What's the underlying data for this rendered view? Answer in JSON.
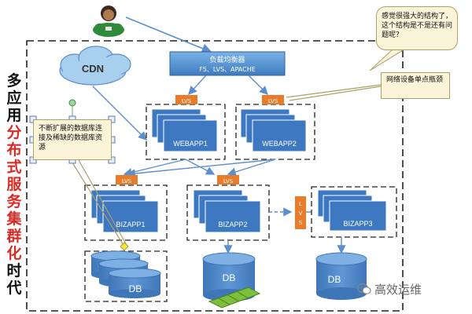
{
  "side_title": {
    "part1": [
      "多",
      "应",
      "用"
    ],
    "part2": [
      "分",
      "布",
      "式",
      "服",
      "务",
      "集",
      "群",
      "化"
    ],
    "part3": [
      "时",
      "代"
    ]
  },
  "nodes": {
    "cdn": "CDN",
    "lb_title": "负载均衡器",
    "lb_sub": "F5、LVS、APACHE",
    "lvs": "LVS",
    "lvs_vertical": [
      "L",
      "V",
      "S"
    ],
    "webapp1": "WEBAPP1",
    "webapp2": "WEBAPP2",
    "bizapp1": "BIZAPP1",
    "bizapp2": "BIZAPP2",
    "bizapp3": "BIZAPP3",
    "db": "DB"
  },
  "callouts": {
    "top_right": "感觉很强大的结构了，这个结构是不是还有问题呢？",
    "network": "网络设备单点瓶颈",
    "database": "不断扩展的数据库连接及稀缺的数据库资源"
  },
  "watermark": "高效运维",
  "colors": {
    "box_blue": "#4a84c8",
    "lvs_orange": "#e97c2a",
    "cloud_blue": "#9cc6ea",
    "lb_blue": "#5a9ad8",
    "title_red": "#d92b26",
    "callout_bg": "#fbf4d9"
  }
}
